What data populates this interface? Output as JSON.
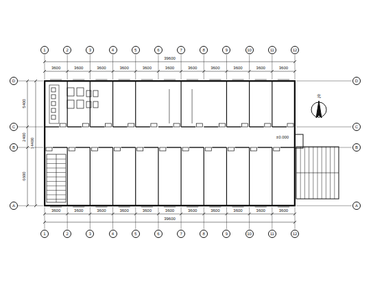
{
  "diagram": {
    "labels": [
      "3600",
      "3600",
      "3600",
      "3600",
      "3600",
      "3600",
      "3600",
      "3600",
      "3600",
      "3600",
      "3600",
      "39600",
      "1",
      "2",
      "3",
      "4",
      "5",
      "6",
      "7",
      "8",
      "9",
      "10",
      "11",
      "12",
      "3600",
      "3600",
      "3600",
      "3600",
      "3600",
      "3600",
      "3600",
      "3600",
      "3600",
      "3600",
      "3600",
      "39600",
      "1",
      "2",
      "3",
      "4",
      "5",
      "6",
      "7",
      "8",
      "9",
      "10",
      "11",
      "12",
      "A",
      "B",
      "C",
      "D",
      "6600",
      "2400",
      "5400",
      "14400",
      "A",
      "B",
      "C",
      "D",
      "北",
      "±0.000"
    ]
  }
}
